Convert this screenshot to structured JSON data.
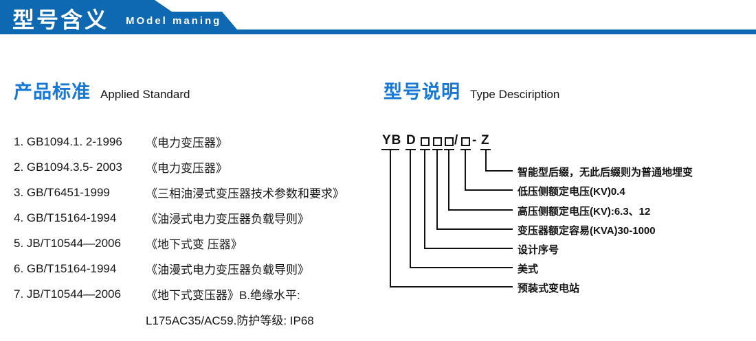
{
  "header": {
    "title": "型号含义",
    "subtitle": "MOdel maning"
  },
  "colors": {
    "banner_blue": "#0e68b2",
    "heading_blue": "#1678d4",
    "text_black": "#161616"
  },
  "applied_standard": {
    "heading_cn": "产品标准",
    "heading_en": "Applied Standard",
    "items": [
      {
        "code": "1. GB1094.1. 2-1996",
        "title": "《电力变压器》"
      },
      {
        "code": "2. GB1094.3.5- 2003",
        "title": "《电力变压器》"
      },
      {
        "code": "3. GB/T6451-1999",
        "title": "《三相油浸式变压器技术参数和要求》"
      },
      {
        "code": "4. GB/T15164-1994",
        "title": "《油浸式电力变压器负载导则》"
      },
      {
        "code": "5. JB/T10544—2006",
        "title": "《地下式变 压器》"
      },
      {
        "code": "6. GB/T15164-1994",
        "title": "《油漫式电力变压器负载导则》"
      },
      {
        "code": "7. JB/T10544—2006",
        "title": "《地下式变压器》B.绝缘水平:"
      }
    ],
    "continuation": "L175AC35/AC59.防护等级: IP68"
  },
  "type_description": {
    "heading_cn": "型号说明",
    "heading_en": "Type Desciription",
    "code": {
      "p1": "YB",
      "p2": "D",
      "slash": "/",
      "dash": "-",
      "suffix": "Z"
    },
    "labels": [
      "智能型后缀，无此后缀则为普通地埋变",
      "低压侧额定电压(KV)0.4",
      "高压侧额定电压(KV):6.3、12",
      "变压器额定容易(KVA)30-1000",
      "设计序号",
      "美式",
      "预装式变电站"
    ]
  }
}
